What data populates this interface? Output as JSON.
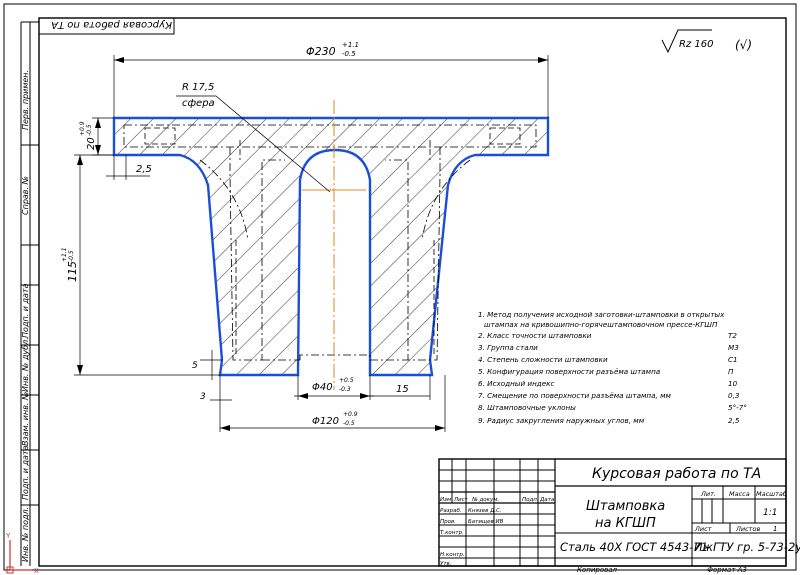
{
  "title_flipped": "Курсовая работа по ТА",
  "roughness": {
    "value": "Rz 160",
    "suffix": "(√)"
  },
  "dims": {
    "top_width": "Φ230",
    "top_width_tol_up": "+1.1",
    "top_width_tol_dn": "-0.5",
    "radius": "R 17,5",
    "radius_note": "сфера",
    "flange_h": "20",
    "flange_h_tol_up": "+0.9",
    "flange_h_tol_dn": "-0.5",
    "offset": "2,5",
    "height": "115",
    "height_tol_up": "+1.1",
    "height_tol_dn": "-0.5",
    "small_5": "5",
    "small_3": "3",
    "hole_d": "Φ40",
    "hole_tol_up": "+0.5",
    "hole_tol_dn": "-0.3",
    "dim_15": "15",
    "base_d": "Φ120",
    "base_tol_up": "+0.9",
    "base_tol_dn": "-0.5"
  },
  "notes": [
    {
      "text": "1. Метод получения исходной заготовки-штамповки в открытых",
      "val": ""
    },
    {
      "text": "штампах на кривошипно-горячештамповочном прессе-КГШП",
      "val": ""
    },
    {
      "text": "2. Класс точности штамповки",
      "val": "Т2"
    },
    {
      "text": "3. Группа стали",
      "val": "М3"
    },
    {
      "text": "4. Степень сложности штамповки",
      "val": "С1"
    },
    {
      "text": "5. Конфигурация поверхности разъёма штампа",
      "val": "П"
    },
    {
      "text": "6. Исходный индекс",
      "val": "10"
    },
    {
      "text": "7. Смещение по поверхности разъёма штампа, мм",
      "val": "0,3"
    },
    {
      "text": "8. Штамповочные уклоны",
      "val": "5°-7°"
    },
    {
      "text": "9. Радиус закругления наружных углов, мм",
      "val": "2,5"
    }
  ],
  "titleblock": {
    "main_title": "Курсовая работа по ТА",
    "part_name_1": "Штамповка",
    "part_name_2": "на КГШП",
    "material": "Сталь 40Х ГОСТ 4543-71",
    "org": "ИжГТУ гр. 5-73-2у",
    "lit_label": "Лит.",
    "mass_label": "Масса",
    "scale_label": "Масштаб",
    "scale_value": "1:1",
    "sheet_label": "Лист",
    "sheets_label": "Листов",
    "sheets_value": "1",
    "hdr_izm": "Изм.",
    "hdr_list": "Лист",
    "hdr_doc": "№ докум.",
    "hdr_sign": "Подп.",
    "hdr_date": "Дата",
    "role_razrab": "Разраб.",
    "role_prov": "Пров.",
    "role_tkontr": "Т.контр.",
    "role_nkontr": "Н.контр.",
    "role_utv": "Утв.",
    "name_razrab": "Князев Д.С.",
    "name_prov": "Батищев ИВ",
    "copied": "Копировал",
    "format": "Формат А3"
  },
  "side_stamps": [
    "Перв. примен.",
    "Справ. №",
    "Подп. и дата",
    "Инв. № дубл.",
    "Взам. инв. №",
    "Подп. и дата",
    "Инв. № подл."
  ],
  "axes": {
    "y": "Y",
    "x": "X"
  },
  "colors": {
    "outline": "#1a4fd6",
    "centerline": "#e08a1e",
    "line": "#000000"
  }
}
